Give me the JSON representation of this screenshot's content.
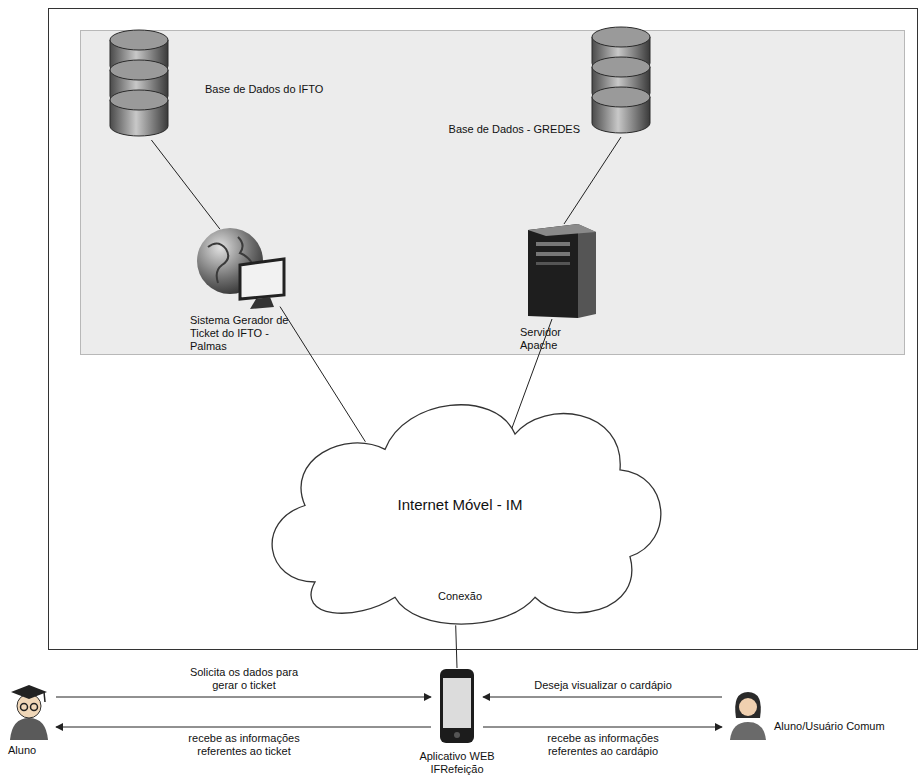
{
  "diagram": {
    "nodes": [
      {
        "text": [
          "Base de Dados do IFTO"
        ]
      },
      {
        "text": [
          "Base de Dados - GREDES"
        ]
      },
      {
        "text": [
          "Sistema Gerador de Ticket do IFTO - Palmas"
        ]
      },
      {
        "text": [
          "Servidor Apache"
        ]
      },
      {
        "text": [
          "Internet Móvel - IM",
          "Conexão"
        ]
      },
      {
        "text": [
          "Aplicativo WEB IFRefeição"
        ]
      },
      {
        "text": [
          "Aluno"
        ]
      },
      {
        "text": [
          "Aluno/Usuário Comum"
        ]
      }
    ],
    "edges": [
      {
        "from": 0,
        "to": 2,
        "arrow": "none"
      },
      {
        "from": 1,
        "to": 3,
        "arrow": "none"
      },
      {
        "from": 2,
        "to": 4,
        "arrow": "none"
      },
      {
        "from": 3,
        "to": 4,
        "arrow": "none"
      },
      {
        "from": 4,
        "to": 5,
        "arrow": "none"
      },
      {
        "from": 6,
        "to": 5,
        "label": "Solicita os dados para gerar o ticket",
        "arrow": "to"
      },
      {
        "from": 5,
        "to": 6,
        "label": "recebe as informações referentes ao ticket",
        "arrow": "to"
      },
      {
        "from": 7,
        "to": 5,
        "label": "Deseja visualizar o cardápio",
        "arrow": "to"
      },
      {
        "from": 5,
        "to": 7,
        "label": "recebe as informações referentes ao cardápio",
        "arrow": "to"
      }
    ]
  }
}
